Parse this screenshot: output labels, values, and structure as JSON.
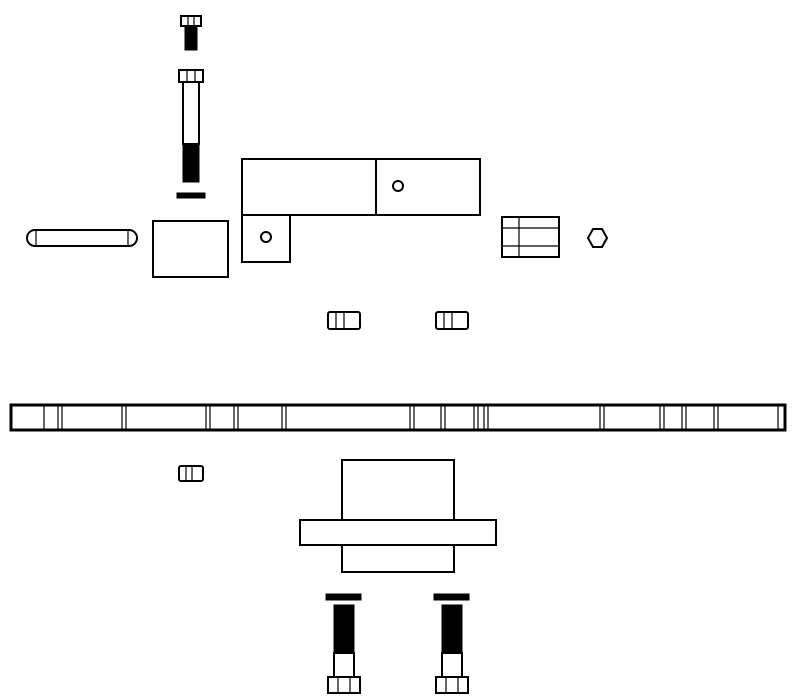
{
  "drawing": {
    "type": "exploded-assembly",
    "background": "#ffffff",
    "line_color": "#000000",
    "parts": [
      "short-bolt",
      "long-bolt",
      "washer",
      "pin",
      "spacer-block",
      "l-bracket",
      "coupling-nut",
      "hex-nut",
      "square-nut",
      "square-nut",
      "long-bar",
      "square-nut",
      "mounting-plate",
      "bolt",
      "bolt"
    ]
  }
}
